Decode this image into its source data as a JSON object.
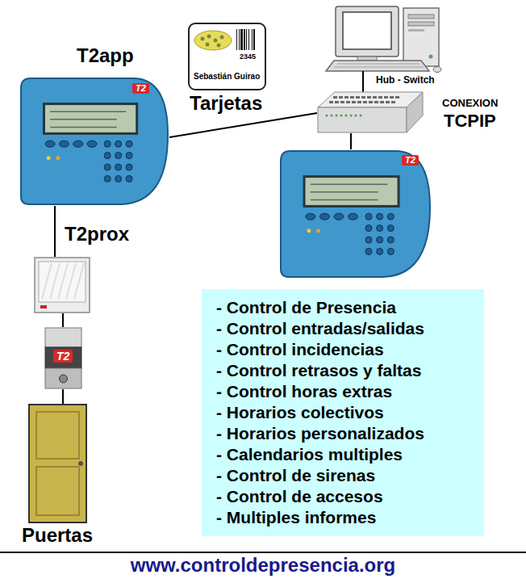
{
  "diagram": {
    "nodes": [
      {
        "text": [
          "T2app",
          "T2"
        ]
      },
      {
        "text": [
          "2345",
          "Sebastián Guirao",
          "Tarjetas"
        ]
      },
      {
        "text": [
          "Hub - Switch",
          "CONEXION",
          "TCPIP"
        ]
      },
      {
        "text": [
          "T2"
        ]
      },
      {
        "text": [
          "T2prox"
        ]
      },
      {
        "text": [
          "T2"
        ]
      },
      {
        "text": [
          "Puertas"
        ]
      },
      {
        "text": [
          "- Control de Presencia",
          "- Control entradas/salidas",
          "- Control incidencias",
          "- Control retrasos y faltas",
          "- Control horas extras",
          "- Horarios colectivos",
          "- Horarios personalizados",
          "- Calendarios multiples",
          "- Control de sirenas",
          "- Control de accesos",
          "- Multiples informes"
        ]
      }
    ],
    "edges": [
      {
        "from": 0,
        "to": 2,
        "arrow": "none"
      },
      {
        "from": 2,
        "to": 3,
        "arrow": "none"
      },
      {
        "from": 0,
        "to": 4,
        "arrow": "none"
      },
      {
        "from": 4,
        "to": 5,
        "arrow": "none"
      },
      {
        "from": 5,
        "to": 6,
        "arrow": "none"
      }
    ],
    "labels": [
      "www.controldepresencia.org"
    ]
  }
}
